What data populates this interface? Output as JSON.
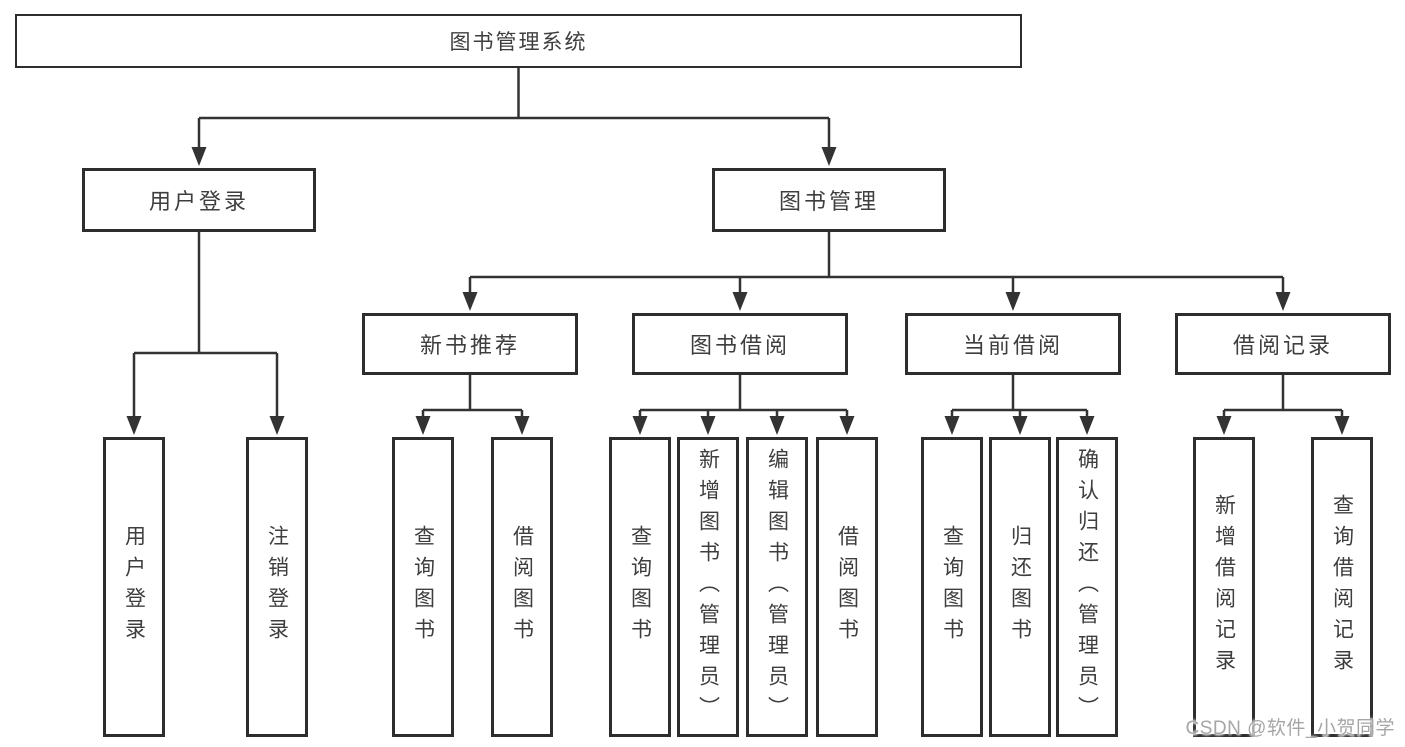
{
  "tree": {
    "root": "图书管理系统",
    "user": {
      "label": "用户登录",
      "children": [
        "用户登录",
        "注销登录"
      ]
    },
    "mgmt": {
      "label": "图书管理",
      "groups": [
        {
          "label": "新书推荐",
          "children": [
            "查询图书",
            "借阅图书"
          ]
        },
        {
          "label": "图书借阅",
          "children": [
            "查询图书",
            "新增图书（管理员）",
            "编辑图书（管理员）",
            "借阅图书"
          ]
        },
        {
          "label": "当前借阅",
          "children": [
            "查询图书",
            "归还图书",
            "确认归还（管理员）"
          ]
        },
        {
          "label": "借阅记录",
          "children": [
            "新增借阅记录",
            "查询借阅记录"
          ]
        }
      ]
    }
  },
  "watermark": {
    "text": "CSDN @软件_小贺同学"
  },
  "colors": {
    "line": "#333333",
    "border": "#2d2d2d",
    "text": "#3e3e3e",
    "watermark": "#a6a6a6"
  }
}
